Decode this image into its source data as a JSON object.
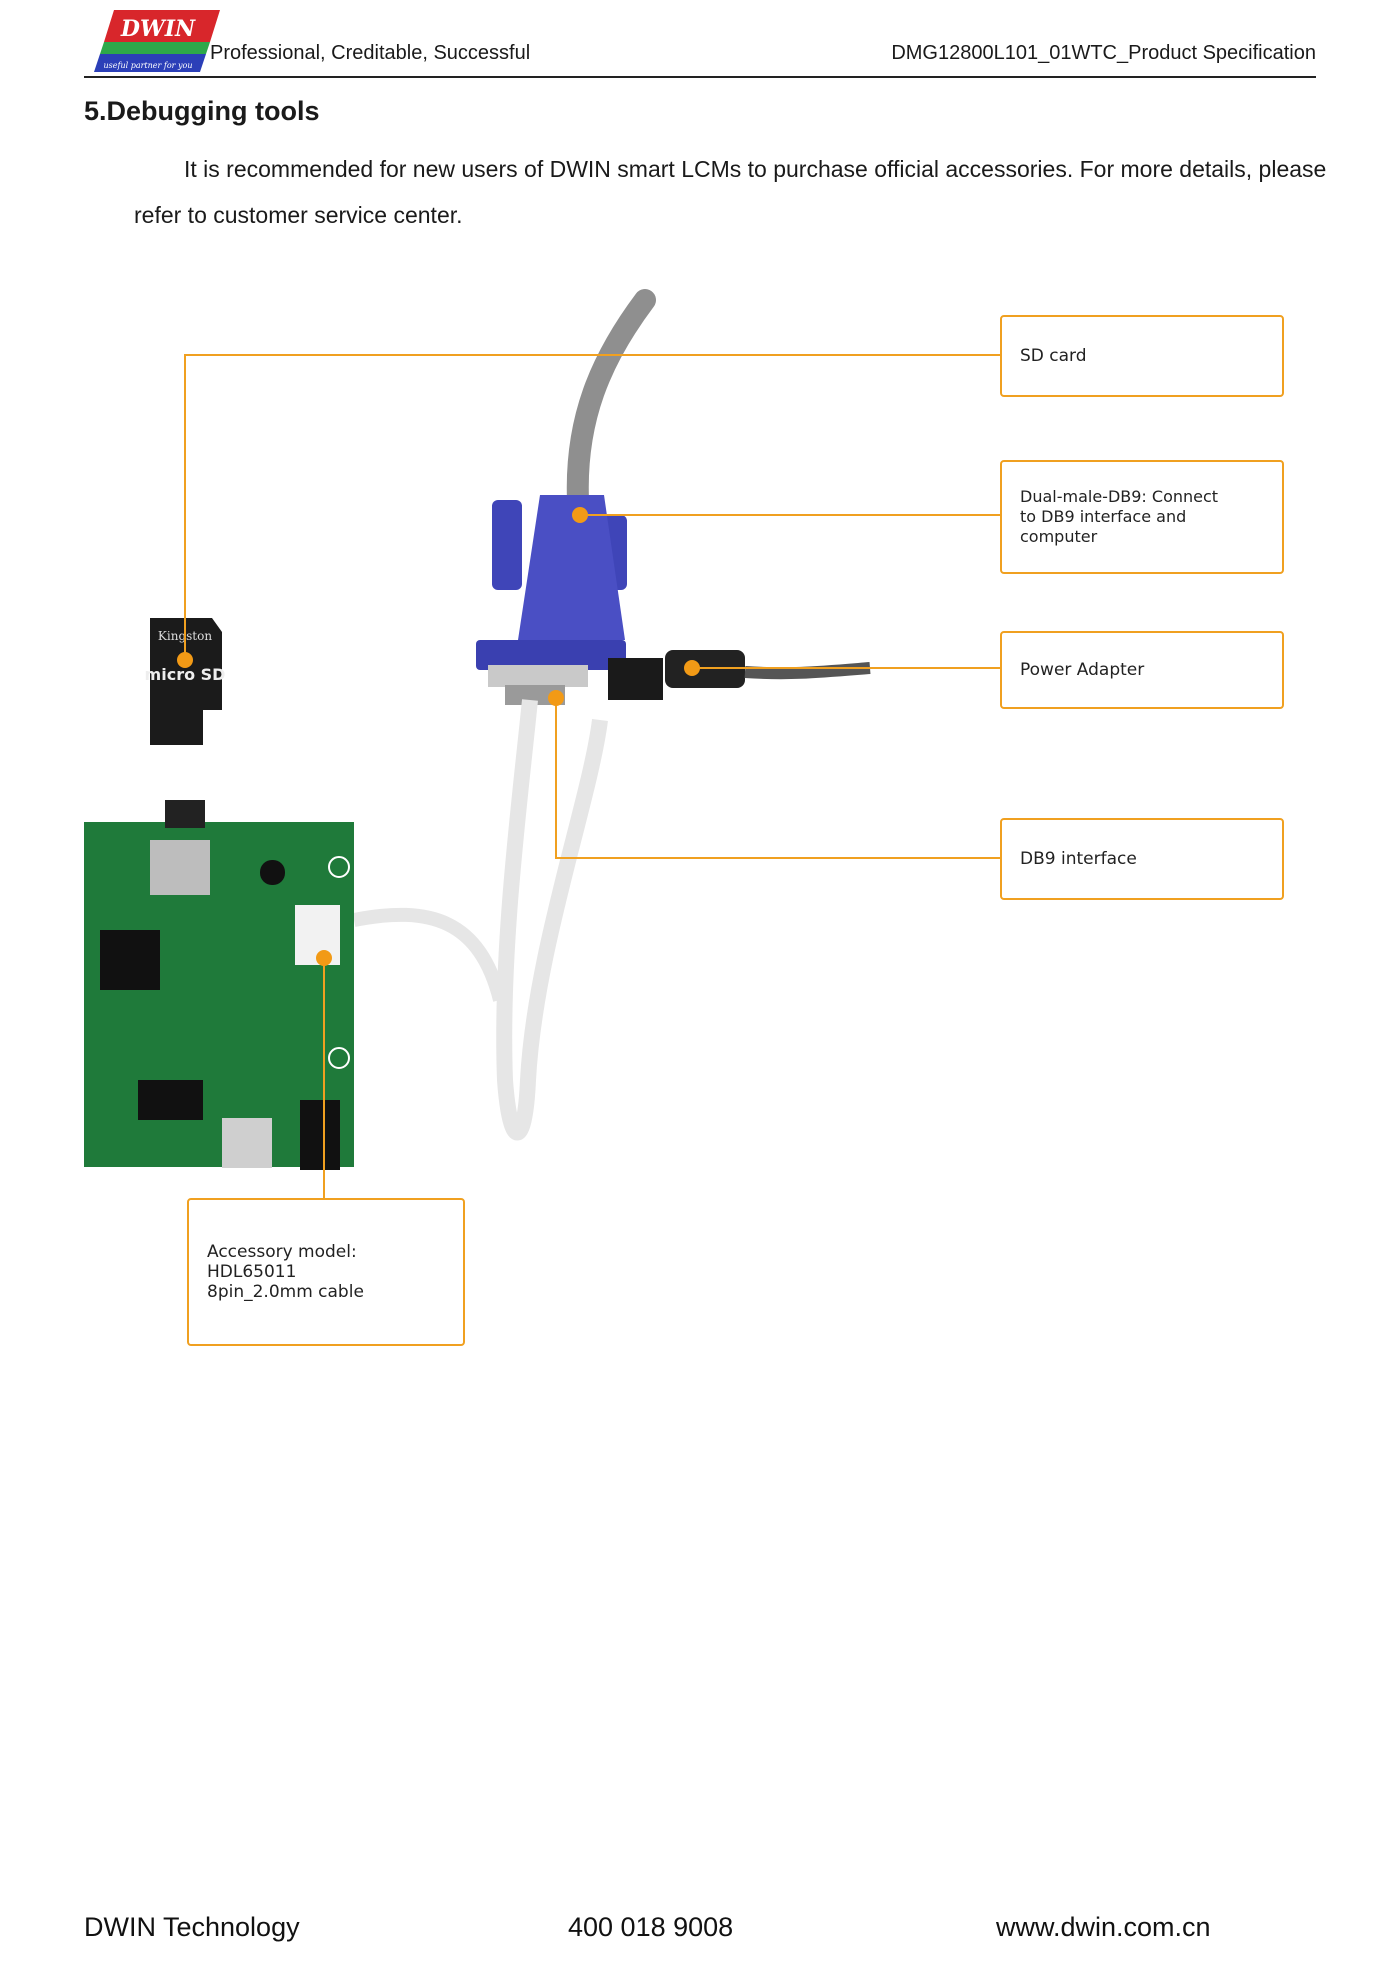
{
  "header": {
    "logo_text": "DWIN",
    "logo_subtext": "useful partner for you",
    "tagline": "Professional, Creditable, Successful",
    "document_title": "DMG12800L101_01WTC_Product Specification"
  },
  "section": {
    "heading": "5.Debugging tools",
    "intro": "It is recommended for new users of DWIN smart LCMs to purchase official accessories. For more details, please refer to customer service center."
  },
  "diagram": {
    "sd_card_brand": "Kingston",
    "sd_card_label": "micro SD",
    "callouts": {
      "sd_card": "SD card",
      "db9_cable_line1": "Dual-male-DB9: Connect",
      "db9_cable_line2": "to DB9 interface and computer",
      "power_adapter": "Power Adapter",
      "db9_interface": "DB9 interface",
      "accessory_line1": "Accessory model: HDL65011",
      "accessory_line2": "8pin_2.0mm cable"
    },
    "colors": {
      "callout_border": "#f0a020",
      "marker_dot": "#f29a16",
      "pcb_green": "#1f7a3a",
      "db9_blue": "#4a4fc4"
    }
  },
  "footer": {
    "company": "DWIN Technology",
    "phone": "400 018 9008",
    "website": "www.dwin.com.cn"
  }
}
